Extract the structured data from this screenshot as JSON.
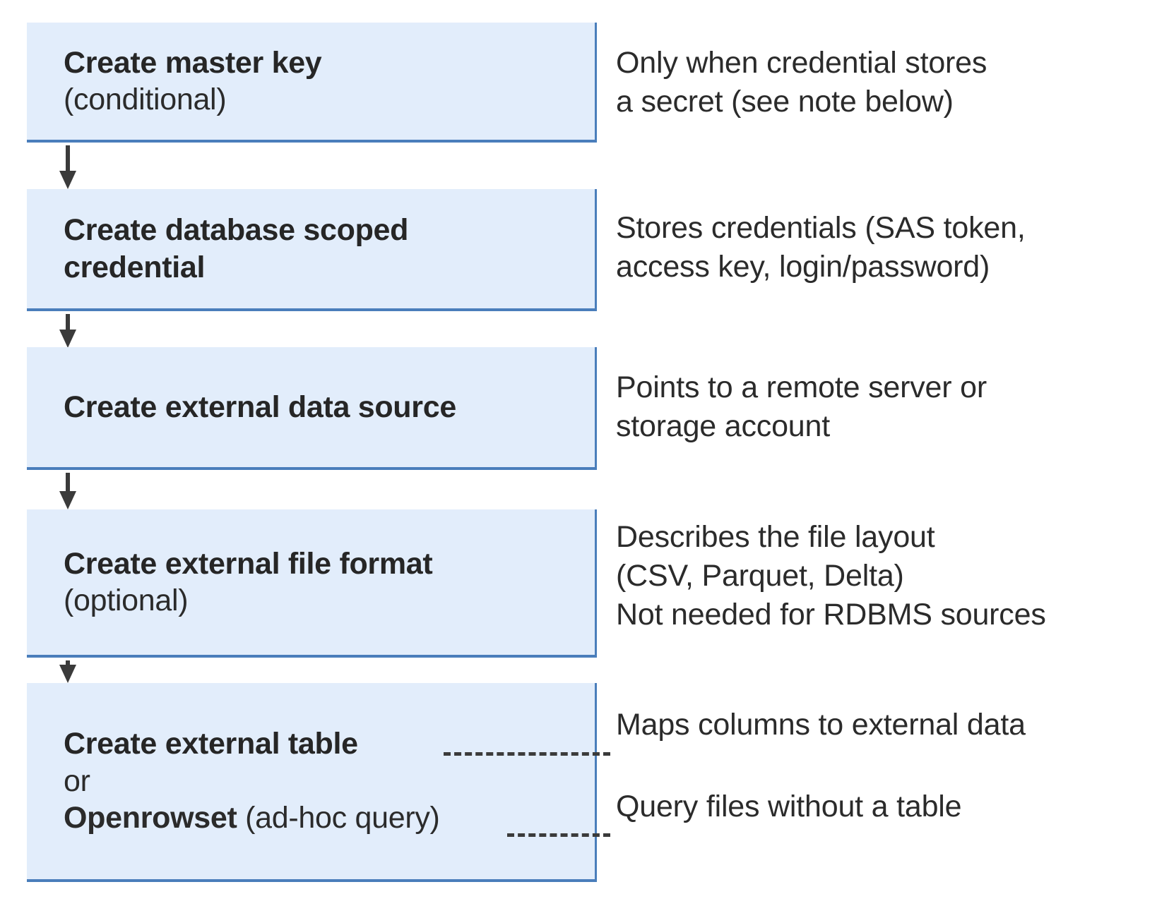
{
  "diagram": {
    "type": "flowchart",
    "orientation": "vertical",
    "colors": {
      "box_fill": "#e2edfb",
      "box_border": "#4a7ebb",
      "arrow": "#3b3b3b",
      "text": "#262626",
      "background": "#ffffff"
    },
    "steps": [
      {
        "id": "create-master-key",
        "title": "Create master key",
        "subtitle": "(conditional)",
        "note": "Only when credential stores\na secret (see note below)"
      },
      {
        "id": "create-database-scoped-credential",
        "title": "Create database scoped\ncredential",
        "subtitle": "",
        "note": "Stores credentials (SAS token,\naccess key, login/password)"
      },
      {
        "id": "create-external-data-source",
        "title": "Create external data source",
        "subtitle": "",
        "note": "Points to a remote server or\nstorage account"
      },
      {
        "id": "create-external-file-format",
        "title": "Create external file format",
        "subtitle": "(optional)",
        "note": "Describes the file layout\n(CSV, Parquet, Delta)\nNot needed for RDBMS sources"
      },
      {
        "id": "create-external-table-or-openrowset",
        "title": "Create external table",
        "connector": "or",
        "title2_bold": "Openrowset",
        "title2_rest": " (ad-hoc query)",
        "note_a": "Maps columns to external data",
        "note_b": "Query files without a table"
      }
    ],
    "connectors": {
      "arrow_count": 4,
      "arrow_style": "solid-filled-head",
      "dashed_leader_style": "dashed"
    }
  }
}
